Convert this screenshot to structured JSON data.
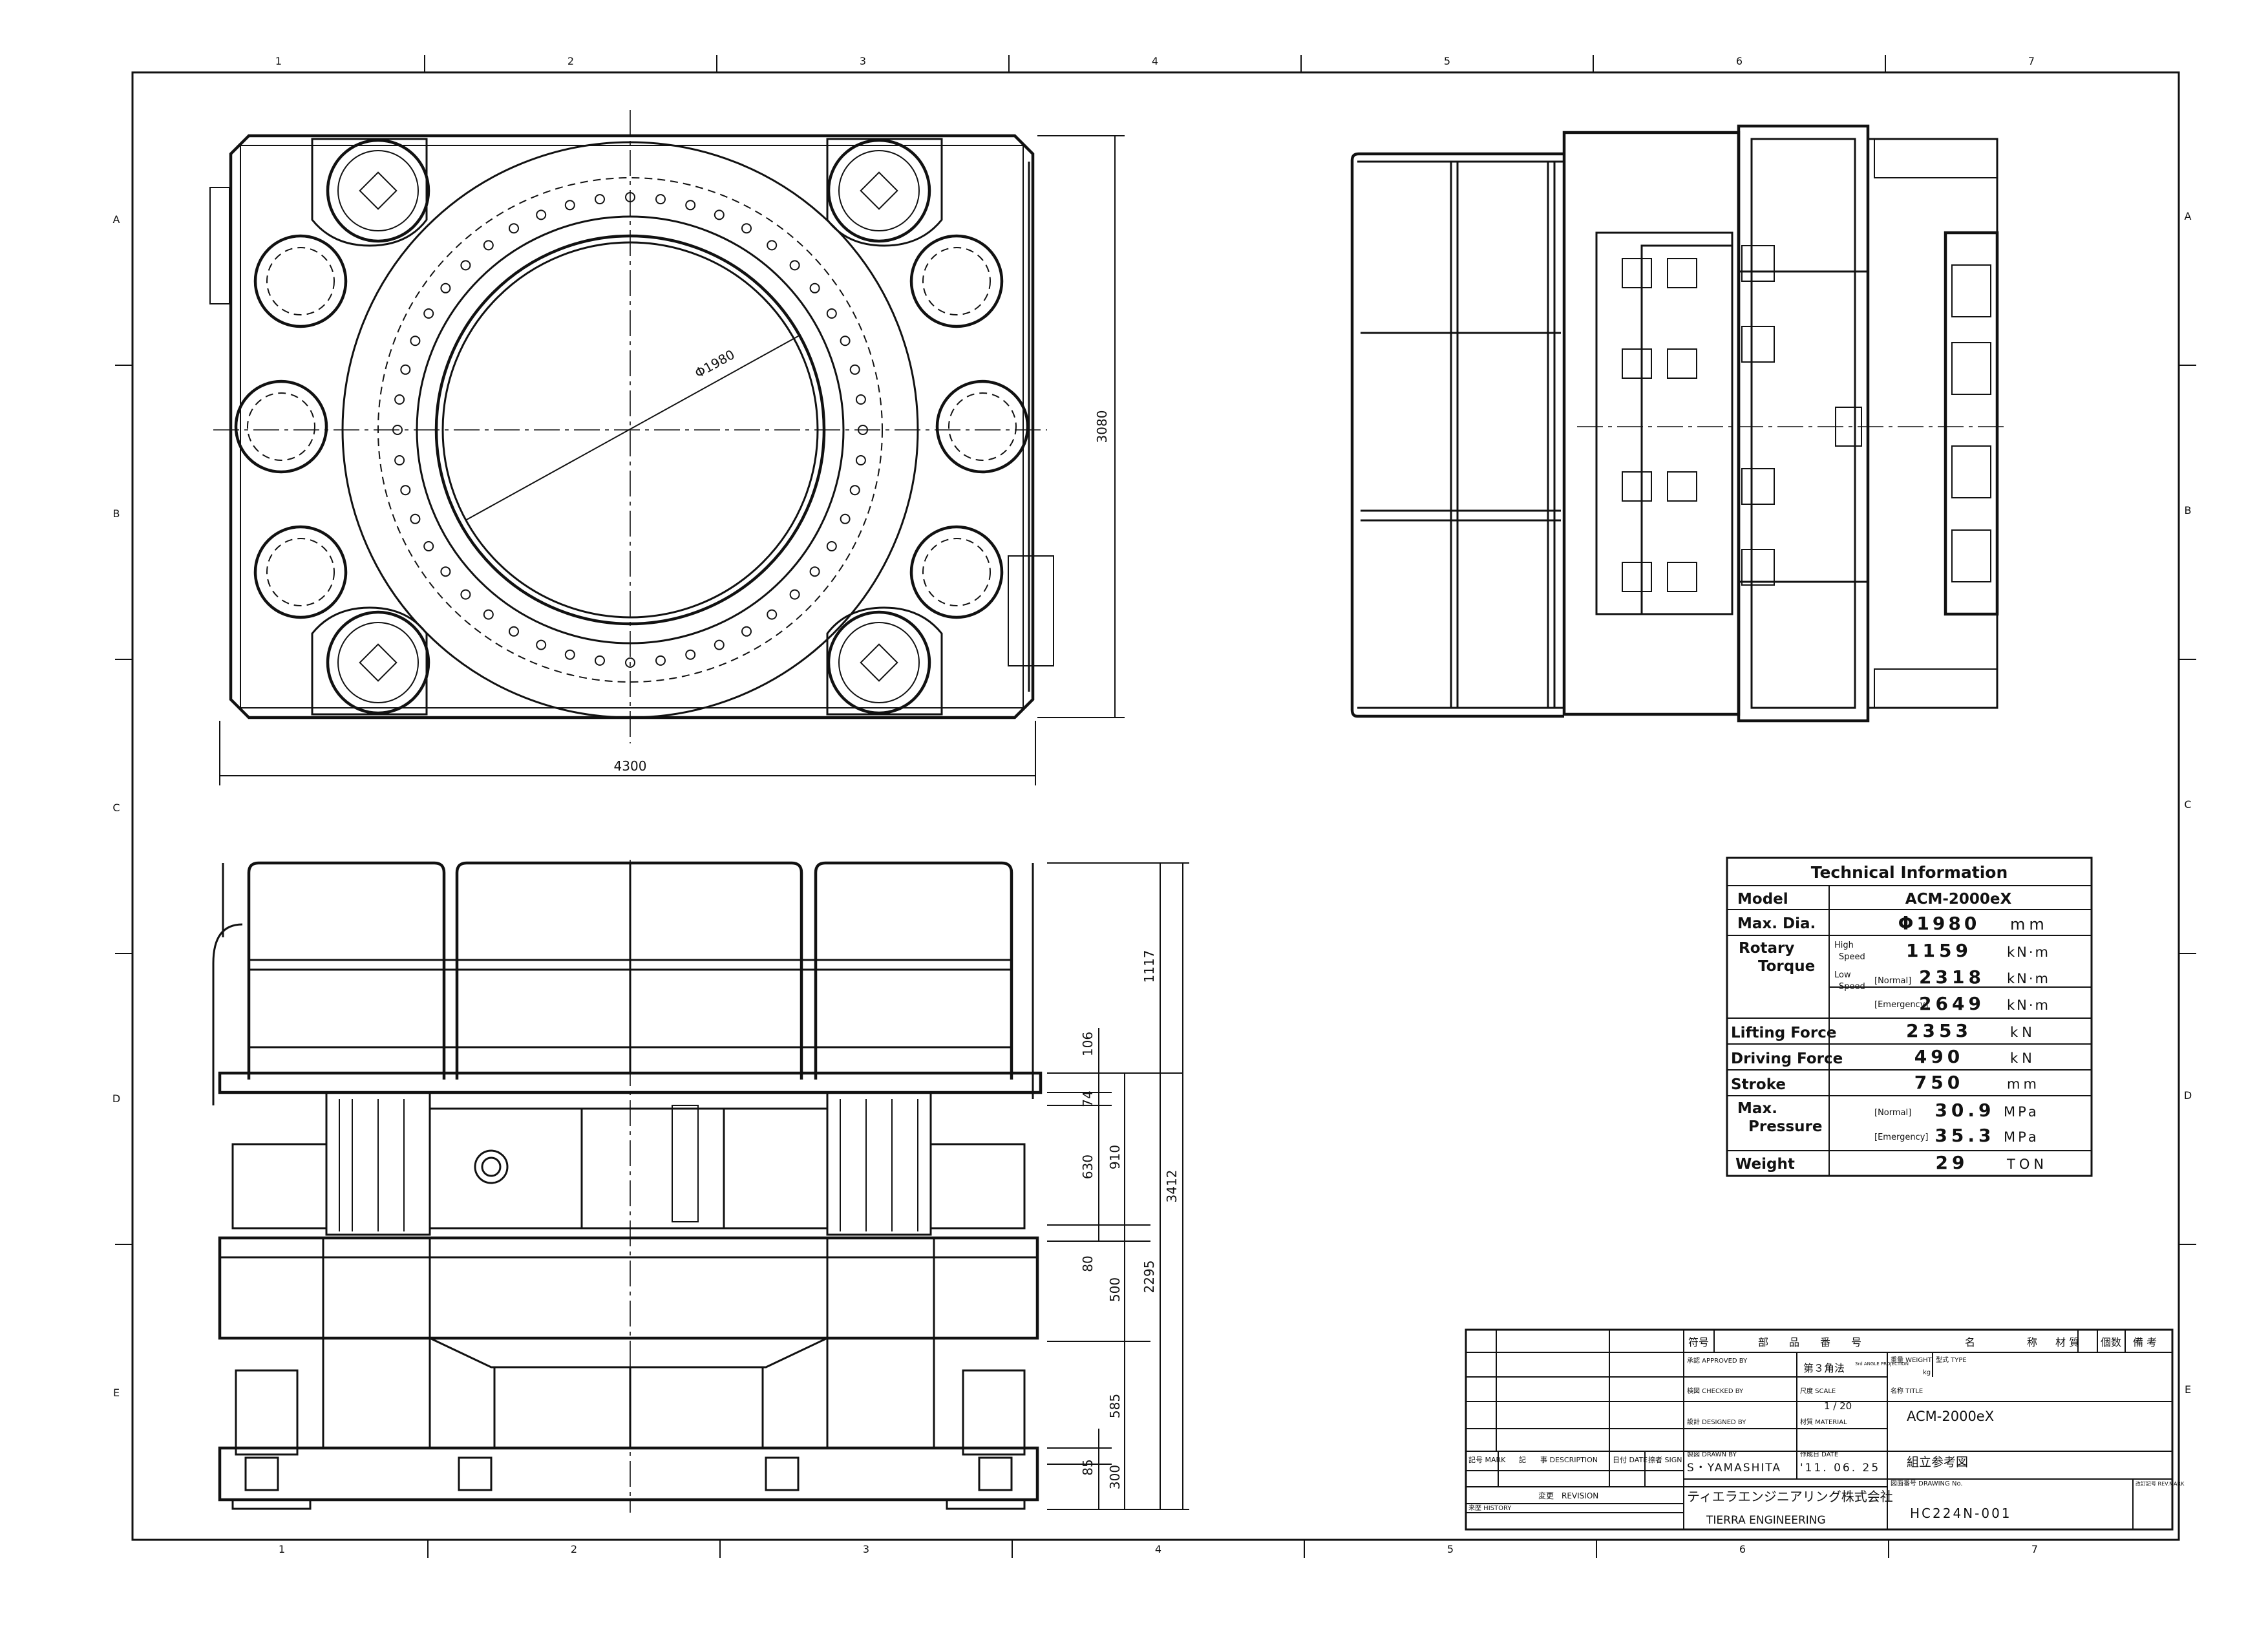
{
  "grid": {
    "columns": [
      "1",
      "2",
      "3",
      "4",
      "5",
      "6",
      "7"
    ],
    "rows": [
      "A",
      "B",
      "C",
      "D",
      "E"
    ]
  },
  "dimensions": {
    "top_width": "4300",
    "top_height": "3080",
    "ring_diameter": "Φ1980",
    "side_total": "3412",
    "side_upper": "1117",
    "side_mid": "2295",
    "d106": "106",
    "d74": "74",
    "d630": "630",
    "d910": "910",
    "d80": "80",
    "d500": "500",
    "d585": "585",
    "d85": "85",
    "d300": "300"
  },
  "tech_info": {
    "title": "Technical Information",
    "model_label": "Model",
    "model_value": "ACM-2000eX",
    "maxdia_label": "Max. Dia.",
    "maxdia_value": "Φ1980",
    "maxdia_unit": "mm",
    "rotary_label_1": "Rotary",
    "rotary_label_2": "Torque",
    "high_1": "High",
    "high_2": "Speed",
    "high_value": "1159",
    "high_unit": "kN·m",
    "low_1": "Low",
    "low_2": "Speed",
    "normal_tag": "[Normal]",
    "low_normal_value": "2318",
    "low_normal_unit": "kN·m",
    "emergency_tag": "[Emergency]",
    "low_emergency_value": "2649",
    "low_emergency_unit": "kN·m",
    "lifting_label": "Lifting Force",
    "lifting_value": "2353",
    "lifting_unit": "kN",
    "driving_label": "Driving Force",
    "driving_value": "490",
    "driving_unit": "kN",
    "stroke_label": "Stroke",
    "stroke_value": "750",
    "stroke_unit": "mm",
    "pressure_label_1": "Max.",
    "pressure_label_2": "Pressure",
    "pressure_normal_value": "30.9",
    "pressure_normal_unit": "MPa",
    "pressure_emergency_value": "35.3",
    "pressure_emergency_unit": "MPa",
    "weight_label": "Weight",
    "weight_value": "29",
    "weight_unit": "TON"
  },
  "title_block": {
    "h_no": "符号",
    "h_part": "部　　品　　番　　号",
    "h_name": "名　　　　　称",
    "h_material": "材 質",
    "h_qty": "個数",
    "h_remarks": "備 考",
    "approved": "承認 APPROVED BY",
    "checked": "検図 CHECKED BY",
    "designed": "設計 DESIGNED BY",
    "drawn": "製図 DRAWN BY",
    "drawn_name": "S・YAMASHITA",
    "projection": "第３角法",
    "projection_en": "3rd ANGLE PROJECTION",
    "scale_label": "尺度 SCALE",
    "scale_value": "1 / 20",
    "material_label": "材質 MATERIAL",
    "date_label": "作成日 DATE",
    "date_value": "'11. 06. 25",
    "weight_label": "重量 WEIGHT",
    "weight_unit": "kg",
    "type_label": "型式 TYPE",
    "title_label": "名称 TITLE",
    "title_value": "ACM-2000eX",
    "subtitle_value": "組立参考図",
    "drawing_no_label": "図面番号 DRAWING No.",
    "drawing_no": "HC224N-001",
    "rev_label": "改訂記号 REV.MARK",
    "company_jp": "ティエラエンジニアリング株式会社",
    "company_en": "TIERRA ENGINEERING",
    "mark": "記号 MARK",
    "description": "記　　事 DESCRIPTION",
    "rev_date": "日付 DATE",
    "sign": "捺者 SIGN",
    "revision": "変更　REVISION",
    "history": "来歴 HISTORY"
  }
}
